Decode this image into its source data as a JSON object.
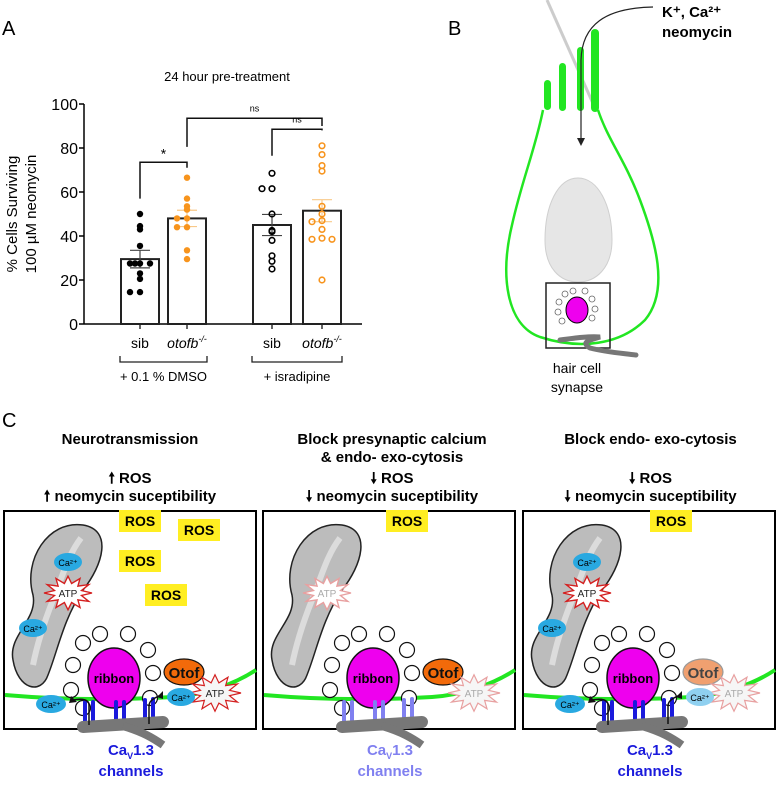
{
  "panels": {
    "A": {
      "letter": "A"
    },
    "B": {
      "letter": "B",
      "stimulus_line1": "K⁺, Ca²⁺",
      "stimulus_line2": "neomycin",
      "caption_line1": "hair cell",
      "caption_line2": "synapse"
    },
    "C": {
      "letter": "C",
      "scenarios": [
        {
          "title_lines": [
            "Neurotransmission"
          ],
          "ros_effect": "ROS",
          "ros_direction": "up",
          "neomycin_effect": "neomycin suceptibility",
          "neomycin_direction": "up",
          "ros_labels": [
            "ROS",
            "ROS",
            "ROS",
            "ROS"
          ],
          "ca_labels": [
            "Ca²⁺",
            "Ca²⁺",
            "Ca²⁺",
            "Ca²⁺"
          ],
          "atp_labels": [
            "ATP",
            "ATP"
          ],
          "ribbon_label": "ribbon",
          "otof_label": "Otof",
          "channel_label_line1": "Ca",
          "channel_label_sub": "V",
          "channel_label_rest": "1.3",
          "channel_label_line2": "channels",
          "channel_color": "#1a1adc"
        },
        {
          "title_lines": [
            "Block presynaptic calcium",
            "& endo- exo-cytosis"
          ],
          "ros_effect": "ROS",
          "ros_direction": "down",
          "neomycin_effect": "neomycin suceptibility",
          "neomycin_direction": "down",
          "ros_labels": [
            "ROS"
          ],
          "atp_labels": [
            "ATP",
            "ATP"
          ],
          "ribbon_label": "ribbon",
          "otof_label": "Otof",
          "channel_label_line1": "Ca",
          "channel_label_sub": "V",
          "channel_label_rest": "1.3",
          "channel_label_line2": "channels",
          "channel_color": "#8080f0"
        },
        {
          "title_lines": [
            "Block endo- exo-cytosis"
          ],
          "ros_effect": "ROS",
          "ros_direction": "down",
          "neomycin_effect": "neomycin suceptibility",
          "neomycin_direction": "down",
          "ros_labels": [
            "ROS"
          ],
          "ca_labels": [
            "Ca²⁺",
            "Ca²⁺",
            "Ca²⁺",
            "Ca²⁺"
          ],
          "atp_labels": [
            "ATP",
            "ATP"
          ],
          "ribbon_label": "ribbon",
          "otof_label": "Otof",
          "channel_label_line1": "Ca",
          "channel_label_sub": "V",
          "channel_label_rest": "1.3",
          "channel_label_line2": "channels",
          "channel_color": "#1a1adc"
        }
      ]
    }
  },
  "colors": {
    "wildtype": "#000000",
    "mutant": "#f7941d",
    "membrane_green": "#22e622",
    "ribbon_magenta": "#ee00ee",
    "otof_orange": "#f26a0a",
    "ros_yellow": "#ffee22",
    "calcium_blue": "#29a9e1",
    "atp_red": "#d42020"
  },
  "chart_data": {
    "type": "bar",
    "title": "24 hour pre-treatment",
    "ylabel_line1": "% Cells Surviving",
    "ylabel_line2": "100 µM neomycin",
    "xlabel": "",
    "ylim": [
      0,
      100
    ],
    "yticks": [
      0,
      20,
      40,
      60,
      80,
      100
    ],
    "categories": [
      "sib",
      "otofb-/-",
      "sib",
      "otofb-/-"
    ],
    "category_italic": [
      false,
      true,
      false,
      true
    ],
    "category_superscript": [
      "",
      "-/-",
      "",
      "-/-"
    ],
    "category_base": [
      "sib",
      "otofb",
      "sib",
      "otofb"
    ],
    "groups": [
      {
        "label": "+ 0.1 % DMSO",
        "categories": [
          0,
          1
        ]
      },
      {
        "label": "+ isradipine",
        "categories": [
          2,
          3
        ]
      }
    ],
    "series": [
      {
        "name": "sib + DMSO",
        "mean": 29.5,
        "sem": 4,
        "color": "#000000",
        "marker": "filled",
        "points": [
          50,
          44.5,
          43,
          35.5,
          27.5,
          27.5,
          27.5,
          27.5,
          23,
          20.5,
          14.5,
          14.5
        ]
      },
      {
        "name": "otofb-/- + DMSO",
        "mean": 48,
        "sem": 3.7,
        "color": "#f7941d",
        "marker": "filled",
        "points": [
          66.5,
          57,
          53.5,
          52,
          48,
          48,
          44,
          44,
          33.5,
          29.5
        ]
      },
      {
        "name": "sib + isradipine",
        "mean": 45,
        "sem": 4.8,
        "color": "#000000",
        "marker": "open",
        "points": [
          68.5,
          61.5,
          61.5,
          50,
          42.5,
          42,
          38,
          31,
          28.5,
          25
        ]
      },
      {
        "name": "otofb-/- + isradipine",
        "mean": 51.5,
        "sem": 5,
        "color": "#f7941d",
        "marker": "open",
        "points": [
          81,
          77,
          72,
          69.5,
          53.5,
          50,
          47,
          46.5,
          43,
          39,
          38.5,
          38.5,
          20
        ]
      }
    ],
    "significance": [
      {
        "from": 0,
        "to": 1,
        "label": "*"
      },
      {
        "from": 1,
        "to": 3,
        "label": "ns"
      },
      {
        "from": 2,
        "to": 3,
        "label": "ns"
      }
    ],
    "grid": false,
    "legend": "none"
  }
}
